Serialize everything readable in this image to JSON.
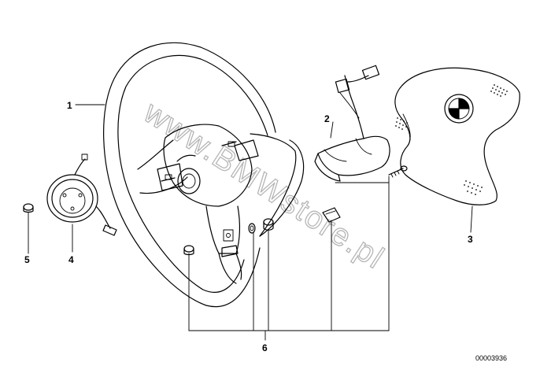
{
  "callouts": [
    {
      "id": "1",
      "label": "1"
    },
    {
      "id": "2",
      "label": "2"
    },
    {
      "id": "3",
      "label": "3"
    },
    {
      "id": "4",
      "label": "4"
    },
    {
      "id": "5",
      "label": "5"
    },
    {
      "id": "6",
      "label": "6"
    }
  ],
  "diagram_number": "00003936",
  "watermark": "www.BMWstore.pl"
}
